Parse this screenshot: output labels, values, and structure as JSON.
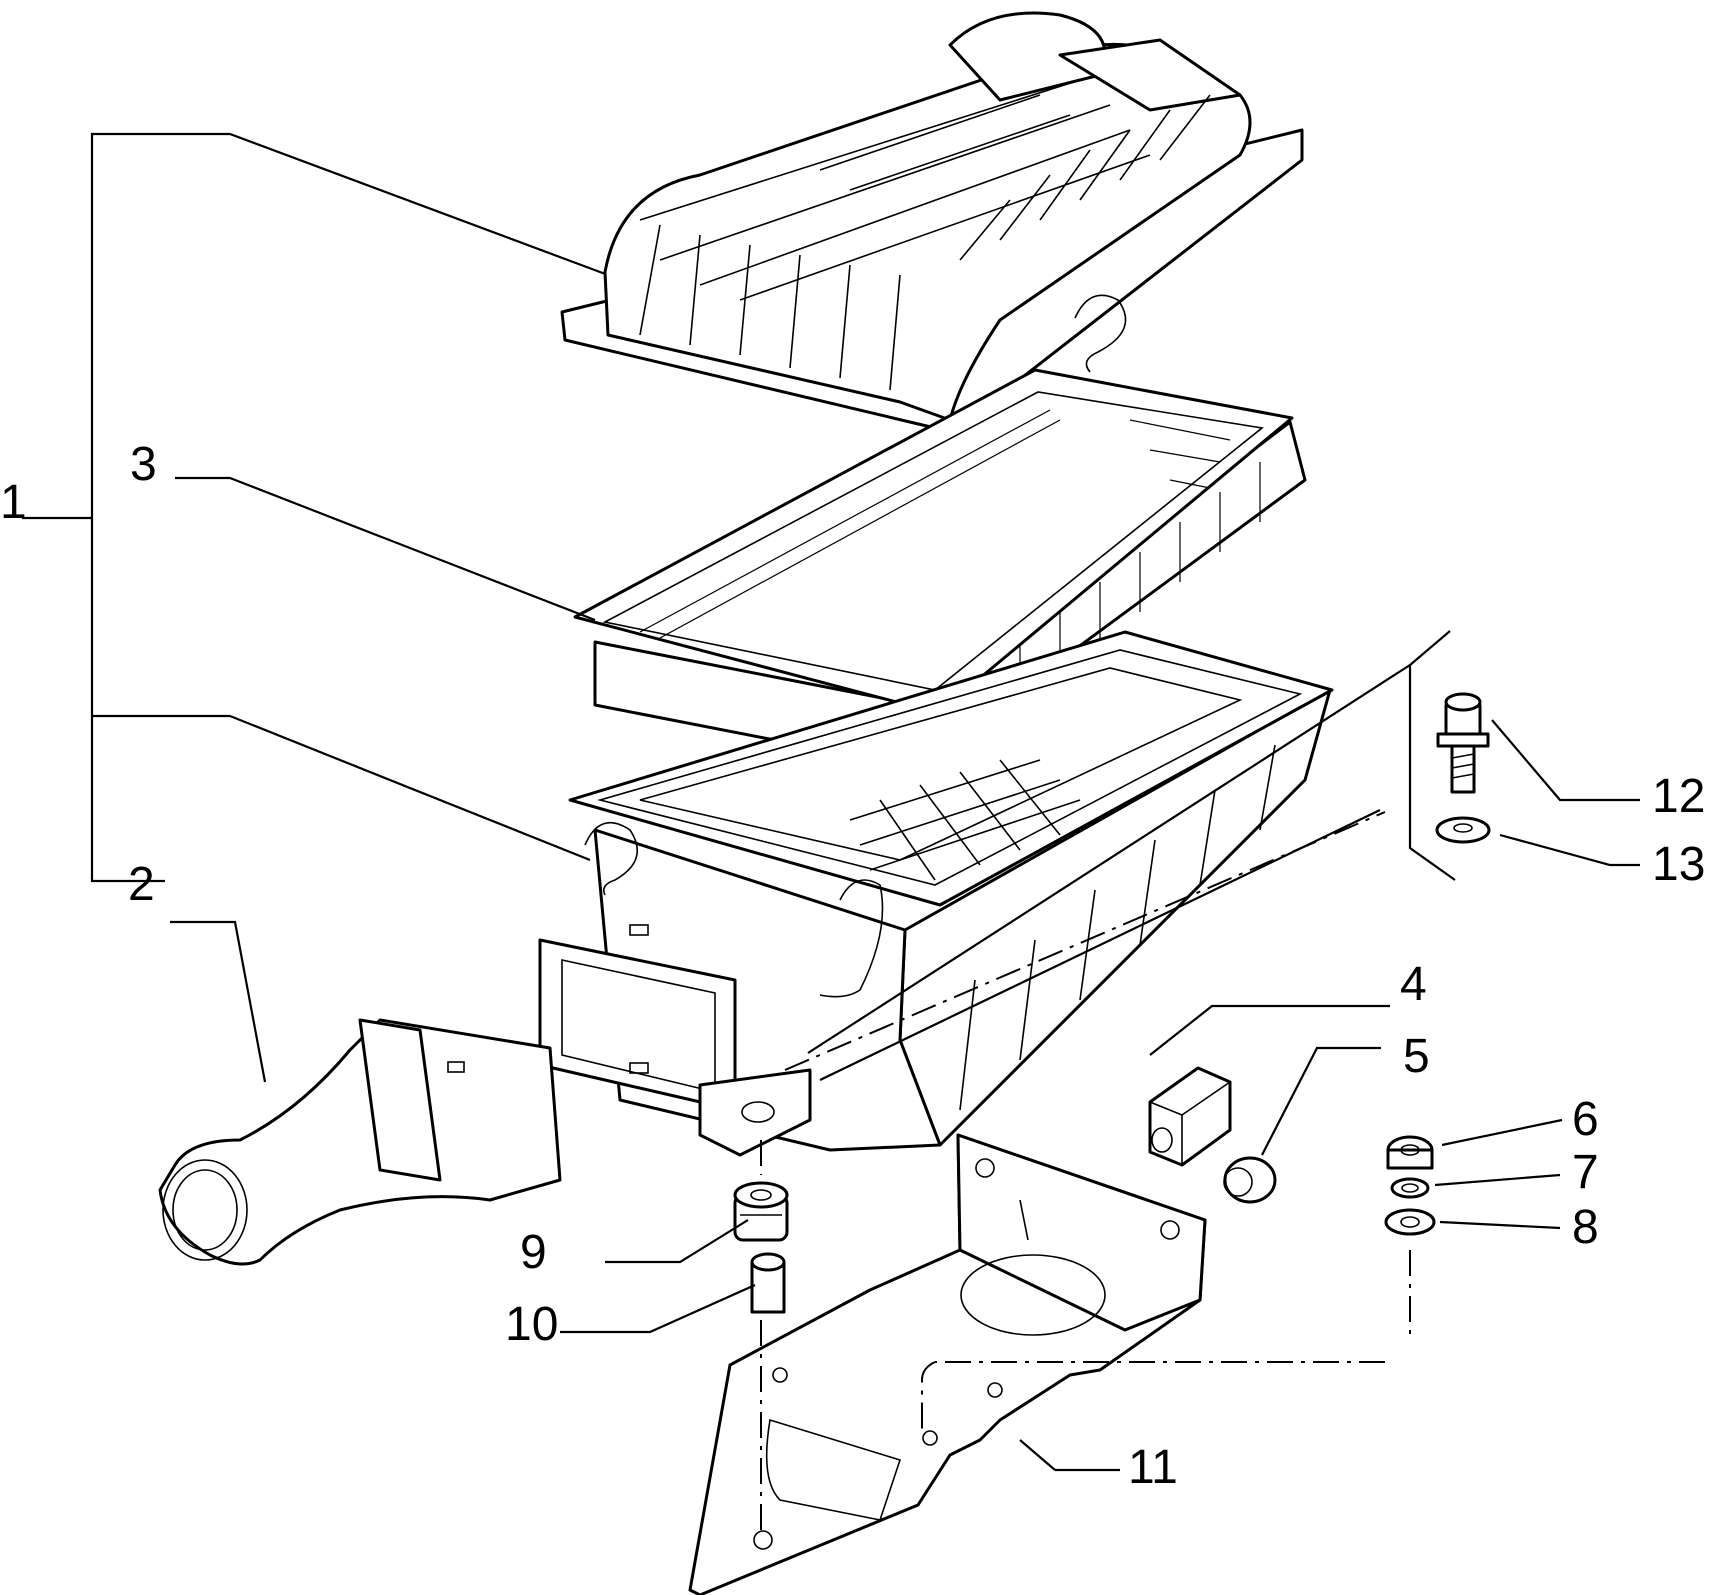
{
  "diagram": {
    "type": "exploded-parts-view",
    "callouts": [
      {
        "id": "1",
        "text": "1"
      },
      {
        "id": "2",
        "text": "2"
      },
      {
        "id": "3",
        "text": "3"
      },
      {
        "id": "4",
        "text": "4"
      },
      {
        "id": "5",
        "text": "5"
      },
      {
        "id": "6",
        "text": "6"
      },
      {
        "id": "7",
        "text": "7"
      },
      {
        "id": "8",
        "text": "8"
      },
      {
        "id": "9",
        "text": "9"
      },
      {
        "id": "10",
        "text": "10"
      },
      {
        "id": "11",
        "text": "11"
      },
      {
        "id": "12",
        "text": "12"
      },
      {
        "id": "13",
        "text": "13"
      }
    ]
  }
}
